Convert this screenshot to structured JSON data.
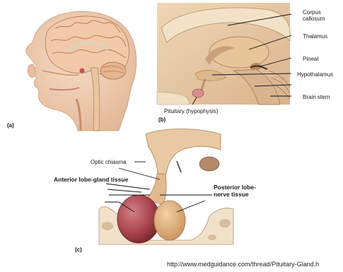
{
  "panels": {
    "a": "(a)",
    "b": "(b)",
    "c": "(c)"
  },
  "labels_b": {
    "corpus_callosum_1": "Corpus",
    "corpus_callosum_2": "callosum",
    "thalamus": "Thalamus",
    "pineal": "Pineal",
    "hypothalamus": "Hypothalamus",
    "brain_stem": "Brain stem",
    "pituitary": "Pituitary (hypophysis)"
  },
  "labels_c": {
    "optic_chiasma": "Optic chiasma",
    "anterior_lobe": "Anterior lobe-gland tissue",
    "posterior_lobe_1": "Posterior lobe-",
    "posterior_lobe_2": "nerve tissue"
  },
  "source_url": "http://www.medguidance.com/thread/Pituitary-Gland.h"
}
